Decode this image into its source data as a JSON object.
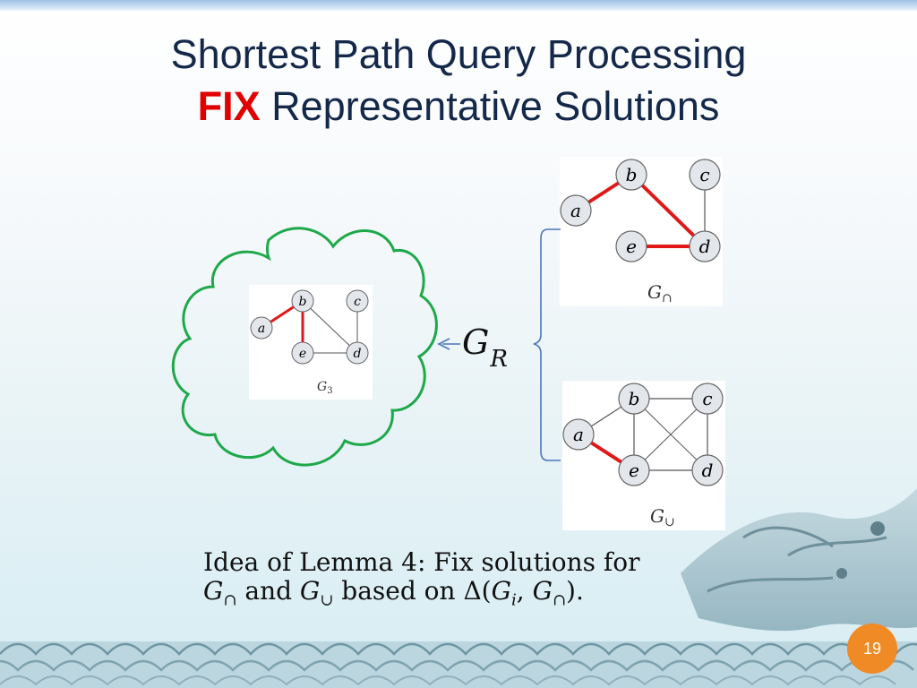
{
  "slide": {
    "title_line1": "Shortest Path Query Processing",
    "title_fix": "FIX",
    "title_rest": " Representative Solutions",
    "gr_main": "G",
    "gr_sub": "R",
    "caption_line1": "Idea of Lemma 4:  Fix solutions for",
    "caption_line2_g": "G",
    "caption_line2_cap": "∩",
    "caption_line2_and": " and ",
    "caption_line2_g2": "G",
    "caption_line2_cup": "∪",
    "caption_line2_rest": " based on Δ(",
    "caption_line2_gi": "G",
    "caption_line2_i": "i",
    "caption_line2_comma": ", ",
    "caption_line2_g3": "G",
    "caption_line2_cap2": "∩",
    "caption_line2_end": ").",
    "page_number": "19"
  },
  "graphs": {
    "g3": {
      "nodes": {
        "a": "a",
        "b": "b",
        "c": "c",
        "d": "d",
        "e": "e"
      },
      "label_main": "G",
      "label_sub": "3"
    },
    "g_cap": {
      "nodes": {
        "a": "a",
        "b": "b",
        "c": "c",
        "d": "d",
        "e": "e"
      },
      "label_main": "G",
      "label_sub": "∩"
    },
    "g_cup": {
      "nodes": {
        "a": "a",
        "b": "b",
        "c": "c",
        "d": "d",
        "e": "e"
      },
      "label_main": "G",
      "label_sub": "∪"
    }
  },
  "colors": {
    "title": "#14284a",
    "fix": "#e00000",
    "highlight_edge": "#e01818",
    "cloud": "#1fa84a",
    "node_fill": "#e3e6ea",
    "page_badge": "#f08a24"
  }
}
